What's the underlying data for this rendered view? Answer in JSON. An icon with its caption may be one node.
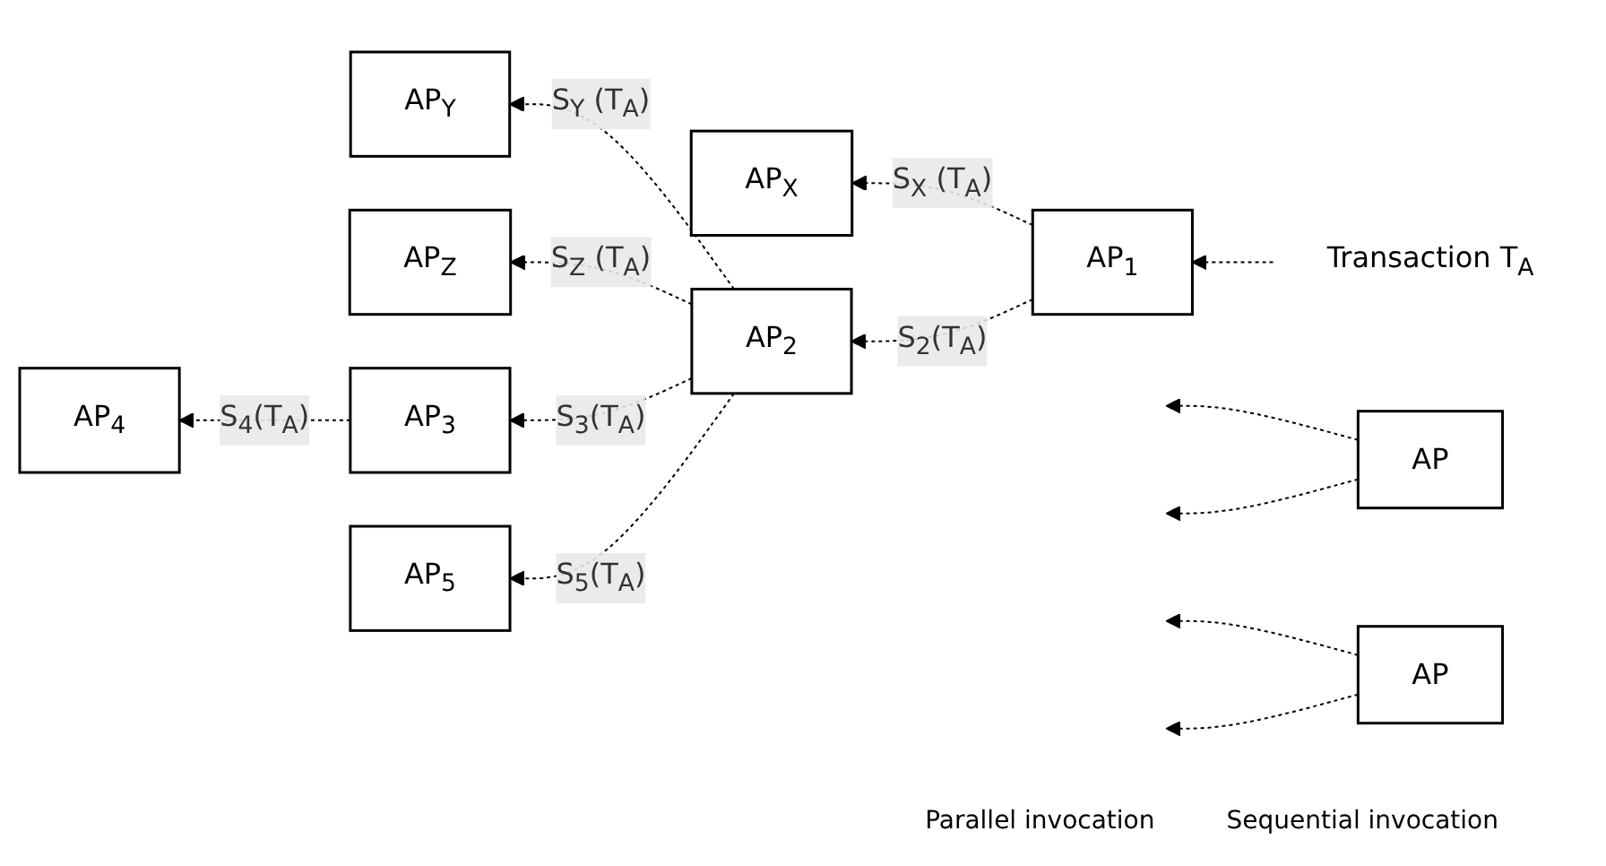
{
  "diagram": {
    "nodes": [
      {
        "text": [
          "Transaction T$_{A}$"
        ]
      },
      {
        "text": [
          "AP$_{X}$"
        ]
      },
      {
        "text": [
          "AP$_{1}$"
        ]
      },
      {
        "text": [
          "AP$_{Y}$"
        ]
      },
      {
        "text": [
          "AP$_{Z}$"
        ]
      },
      {
        "text": [
          "AP$_{2}$"
        ]
      },
      {
        "text": [
          "AP$_{4}$"
        ]
      },
      {
        "text": [
          "AP$_{3}$"
        ]
      },
      {
        "text": [
          "AP$_{5}$"
        ]
      },
      {
        "text": [
          "AP"
        ]
      },
      {
        "text": [
          "AP"
        ]
      }
    ],
    "edges": [
      {
        "from": 0,
        "to": 2,
        "arrow": "to",
        "style": "dashed"
      },
      {
        "from": 2,
        "to": 1,
        "arrow": "to",
        "style": "dashed",
        "label": "S$_{X}$ (T$_{A}$)"
      },
      {
        "from": 2,
        "to": 5,
        "arrow": "to",
        "style": "dashed",
        "label": "S$_{2}$(T$_{A}$)"
      },
      {
        "from": 5,
        "to": 3,
        "arrow": "to",
        "style": "dashed",
        "label": "S$_{Y}$ (T$_{A}$)"
      },
      {
        "from": 5,
        "to": 4,
        "arrow": "to",
        "style": "dashed",
        "label": "S$_{Z}$ (T$_{A}$)"
      },
      {
        "from": 5,
        "to": 7,
        "arrow": "to",
        "style": "dashed",
        "label": "S$_{3}$(T$_{A}$)"
      },
      {
        "from": 7,
        "to": 6,
        "arrow": "to",
        "style": "dashed",
        "label": "S$_{4}$(T$_{A}$)"
      },
      {
        "from": 5,
        "to": 8,
        "arrow": "to",
        "style": "dashed",
        "label": "S$_{5}$(T$_{A}$)"
      },
      {
        "from": 9,
        "to": null,
        "arrow": "to",
        "style": "dashed"
      },
      {
        "from": 9,
        "to": null,
        "arrow": "to",
        "style": "dashed"
      },
      {
        "from": 10,
        "to": null,
        "arrow": "to",
        "style": "dashed"
      },
      {
        "from": 10,
        "to": null,
        "arrow": "to",
        "style": "dashed"
      }
    ],
    "labels": [
      "Parallel invocation",
      "Sequential invocation"
    ]
  }
}
